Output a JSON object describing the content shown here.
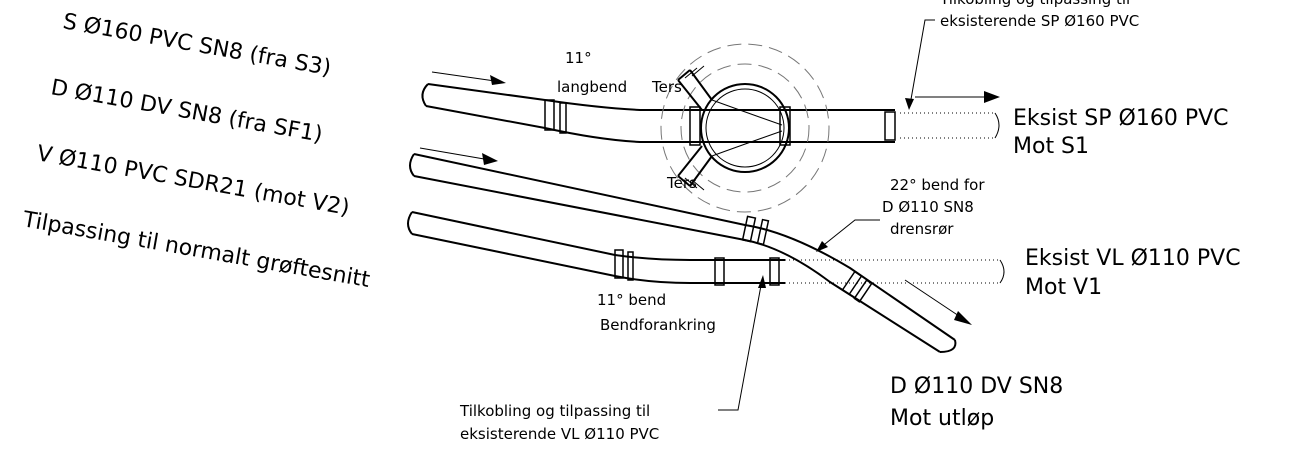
{
  "pipe_list": {
    "s_line": "S Ø160 PVC SN8 (fra S3)",
    "d_line": "D Ø110 DV SN8 (fra SF1)",
    "v_line": "V Ø110 PVC SDR21 (mot V2)",
    "adjust": "Tilpassing til normalt grøftesnitt"
  },
  "labels": {
    "bend11_degree": "11°",
    "bend11_name": "langbend",
    "ters_top": "Ters",
    "ters_bottom": "Ters",
    "top_connection_line1": "Tilkobling og tilpassing til",
    "top_connection_line2": "eksisterende SP Ø160 PVC",
    "eksist_sp_line1": "Eksist SP Ø160 PVC",
    "eksist_sp_line2": "Mot S1",
    "bend22_line1": "22° bend for",
    "bend22_line2": "D Ø110 SN8",
    "bend22_line3": "drensrør",
    "eksist_vl_line1": "Eksist VL Ø110 PVC",
    "eksist_vl_line2": "Mot V1",
    "bend11b_line1": "11° bend",
    "bend11b_line2": "Bendforankring",
    "outlet_line1": "D Ø110 DV SN8",
    "outlet_line2": "Mot utløp",
    "bottom_connection_line1": "Tilkobling og tilpassing til",
    "bottom_connection_line2": "eksisterende VL Ø110 PVC"
  }
}
